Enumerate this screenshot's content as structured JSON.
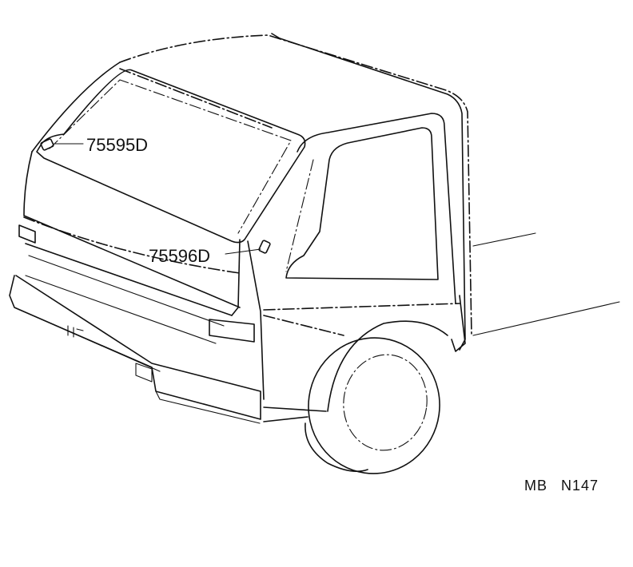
{
  "parts": [
    {
      "number": "75595D"
    },
    {
      "number": "75596D"
    }
  ],
  "diagram_code": {
    "prefix": "MB",
    "number": "N147"
  }
}
